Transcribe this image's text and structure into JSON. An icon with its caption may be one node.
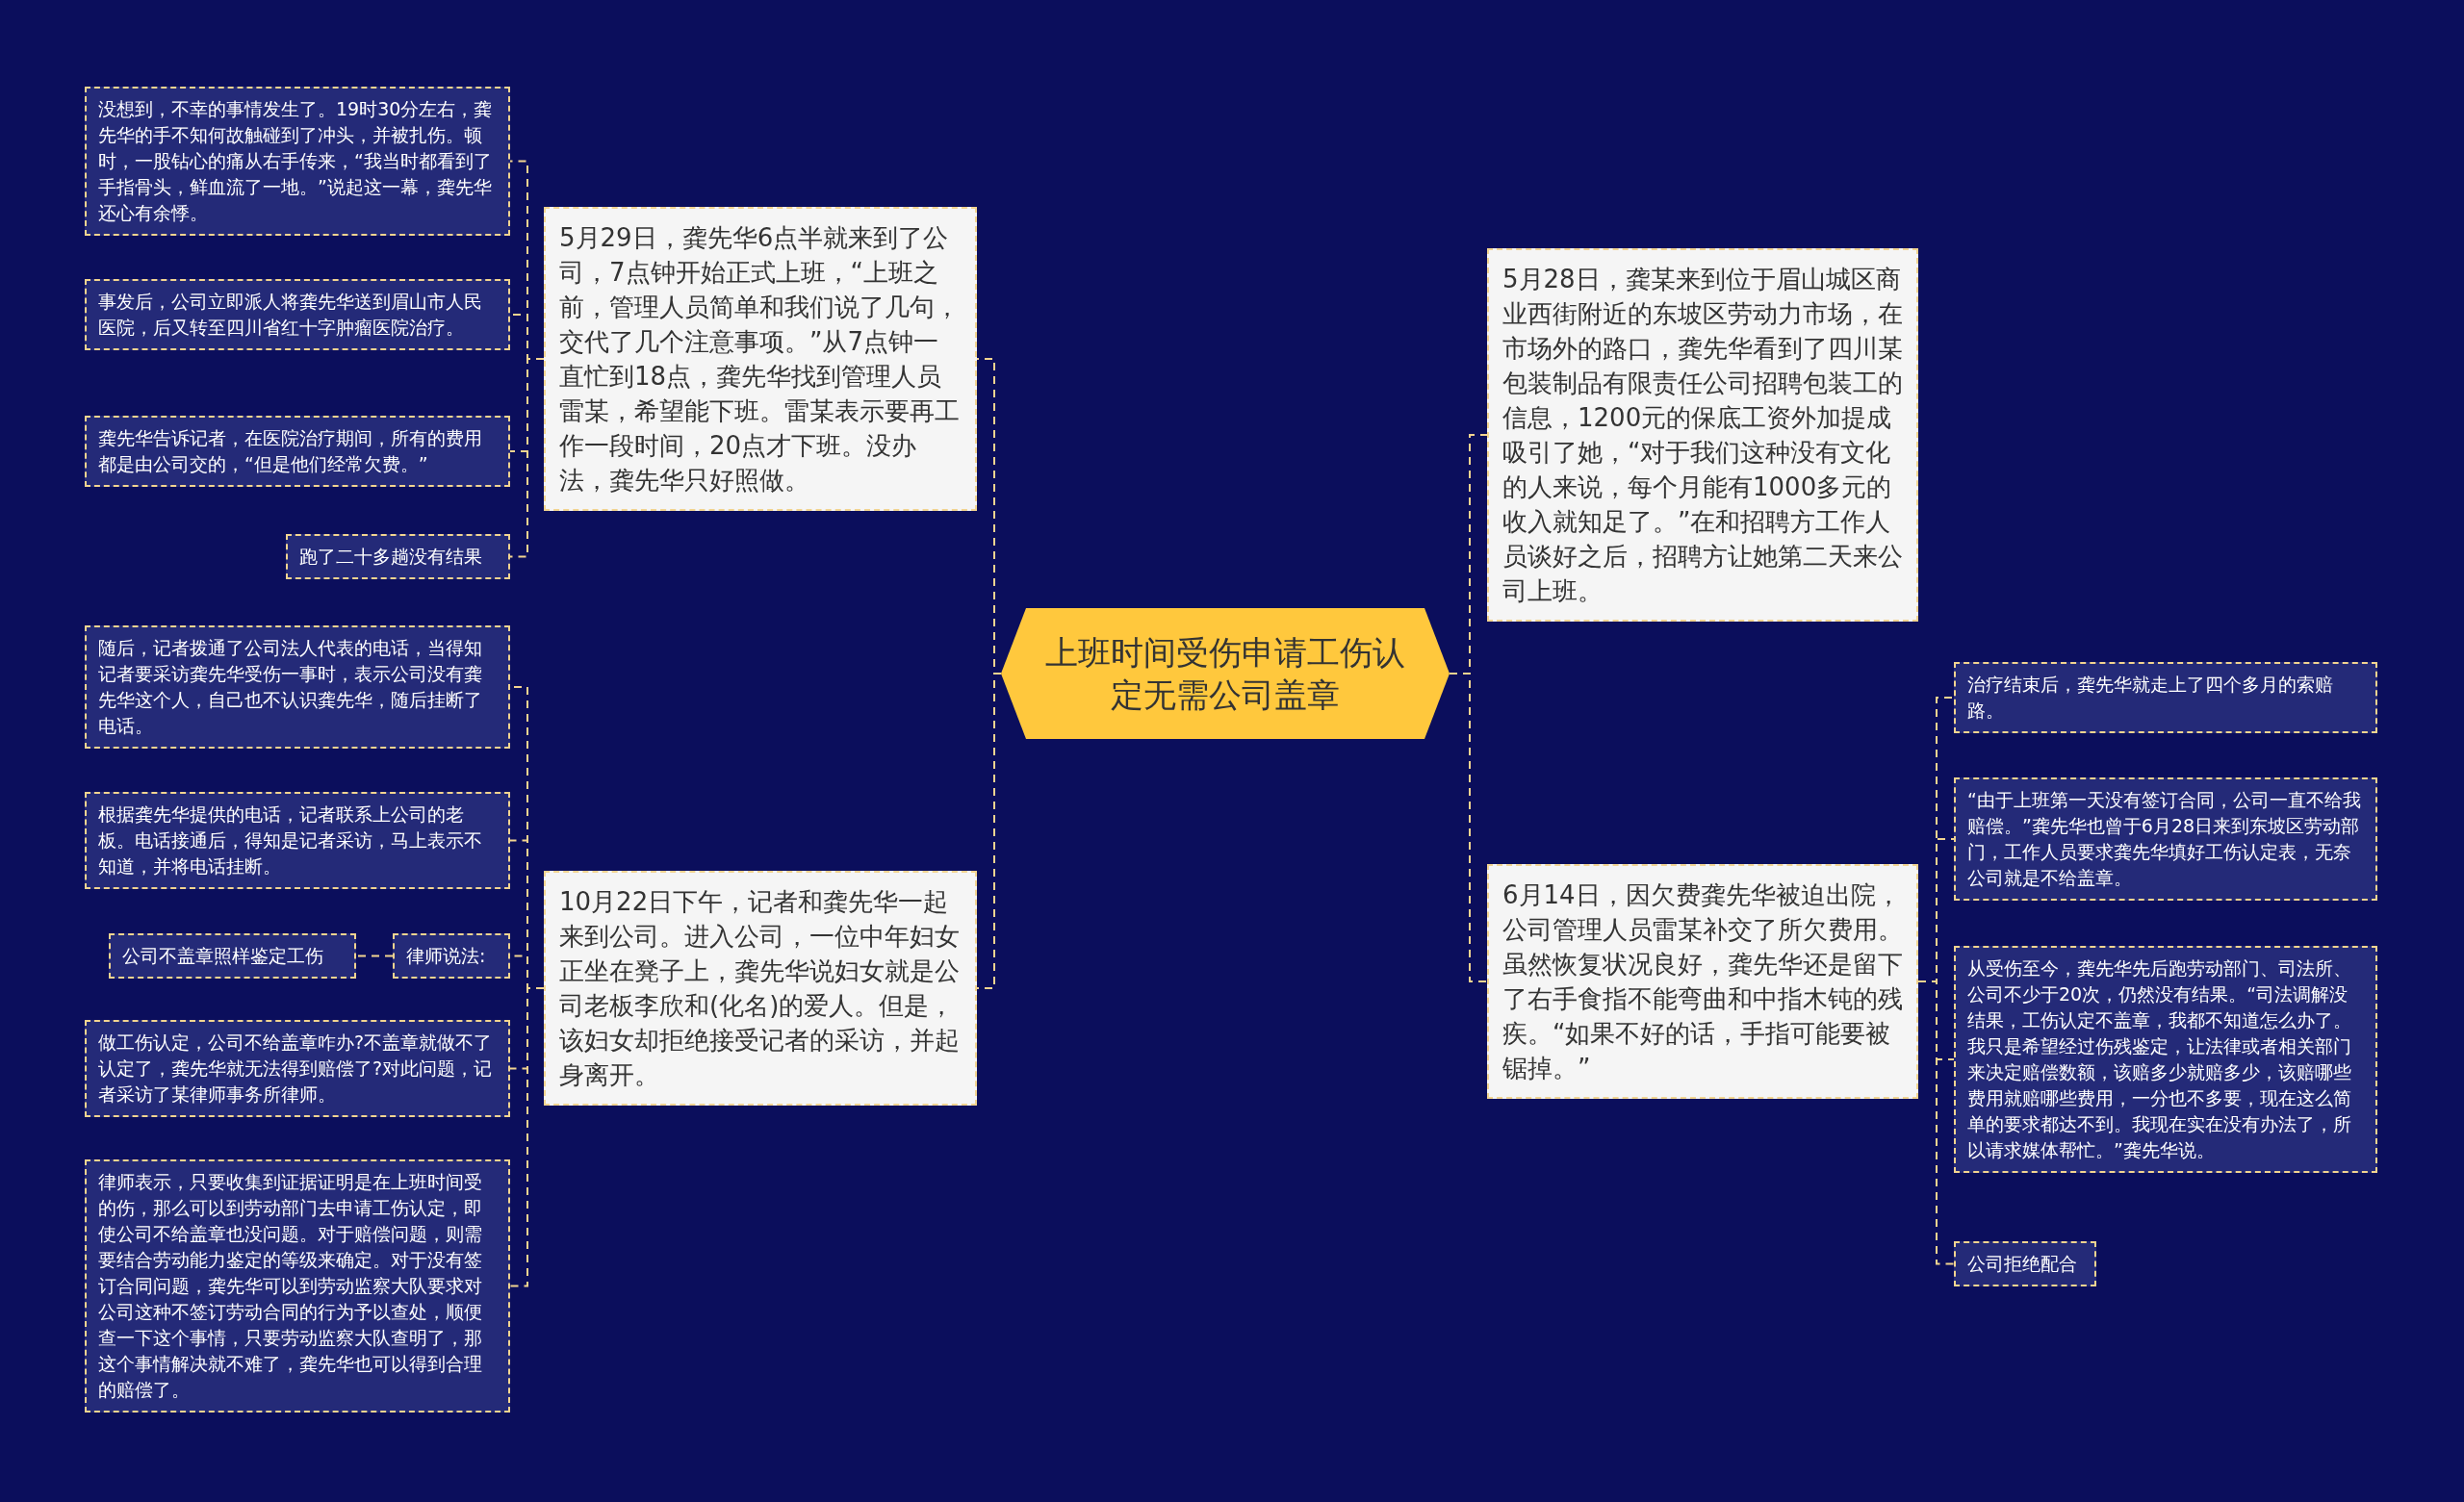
{
  "diagram": {
    "nodes": [
      {
        "text": [
          "上班时间受伤申请工伤认定无需公司盖章"
        ]
      },
      {
        "text": [
          "5月29日，龚先华6点半就来到了公司，7点钟开始正式上班，“上班之前，管理人员简单和我们说了几句，交代了几个注意事项。”从7点钟一直忙到18点，龚先华找到管理人员雷某，希望能下班。雷某表示要再工作一段时间，20点才下班。没办法，龚先华只好照做。"
        ]
      },
      {
        "text": [
          "没想到，不幸的事情发生了。19时30分左右，龚先华的手不知何故触碰到了冲头，并被扎伤。顿时，一股钻心的痛从右手传来，“我当时都看到了手指骨头，鲜血流了一地。”说起这一幕，龚先华还心有余悸。"
        ]
      },
      {
        "text": [
          "事发后，公司立即派人将龚先华送到眉山市人民医院，后又转至四川省红十字肿瘤医院治疗。"
        ]
      },
      {
        "text": [
          "龚先华告诉记者，在医院治疗期间，所有的费用都是由公司交的，“但是他们经常欠费。”"
        ]
      },
      {
        "text": [
          "跑了二十多趟没有结果"
        ]
      },
      {
        "text": [
          "10月22日下午，记者和龚先华一起来到公司。进入公司，一位中年妇女正坐在凳子上，龚先华说妇女就是公司老板李欣和(化名)的爱人。但是，该妇女却拒绝接受记者的采访，并起身离开。"
        ]
      },
      {
        "text": [
          "随后，记者拨通了公司法人代表的电话，当得知记者要采访龚先华受伤一事时，表示公司没有龚先华这个人，自己也不认识龚先华，随后挂断了电话。"
        ]
      },
      {
        "text": [
          "根据龚先华提供的电话，记者联系上公司的老板。电话接通后，得知是记者采访，马上表示不知道，并将电话挂断。"
        ]
      },
      {
        "text": [
          "律师说法:"
        ]
      },
      {
        "text": [
          "公司不盖章照样鉴定工伤"
        ]
      },
      {
        "text": [
          "做工伤认定，公司不给盖章咋办?不盖章就做不了认定了，龚先华就无法得到赔偿了?对此问题，记者采访了某律师事务所律师。"
        ]
      },
      {
        "text": [
          "律师表示，只要收集到证据证明是在上班时间受的伤，那么可以到劳动部门去申请工伤认定，即使公司不给盖章也没问题。对于赔偿问题，则需要结合劳动能力鉴定的等级来确定。对于没有签订合同问题，龚先华可以到劳动监察大队要求对公司这种不签订劳动合同的行为予以查处，顺便查一下这个事情，只要劳动监察大队查明了，那这个事情解决就不难了，龚先华也可以得到合理的赔偿了。"
        ]
      },
      {
        "text": [
          "5月28日，龚某来到位于眉山城区商业西街附近的东坡区劳动力市场，在市场外的路口，龚先华看到了四川某包装制品有限责任公司招聘包装工的信息，1200元的保底工资外加提成吸引了她，“对于我们这种没有文化的人来说，每个月能有1000多元的收入就知足了。”在和招聘方工作人员谈好之后，招聘方让她第二天来公司上班。"
        ]
      },
      {
        "text": [
          "6月14日，因欠费龚先华被迫出院，公司管理人员雷某补交了所欠费用。虽然恢复状况良好，龚先华还是留下了右手食指不能弯曲和中指木钝的残疾。“如果不好的话，手指可能要被锯掉。”"
        ]
      },
      {
        "text": [
          "治疗结束后，龚先华就走上了四个多月的索赔路。"
        ]
      },
      {
        "text": [
          "“由于上班第一天没有签订合同，公司一直不给我赔偿。”龚先华也曾于6月28日来到东坡区劳动部门，工作人员要求龚先华填好工伤认定表，无奈公司就是不给盖章。"
        ]
      },
      {
        "text": [
          "从受伤至今，龚先华先后跑劳动部门、司法所、公司不少于20次，仍然没有结果。“司法调解没结果，工伤认定不盖章，我都不知道怎么办了。我只是希望经过伤残鉴定，让法律或者相关部门来决定赔偿数额，该赔多少就赔多少，该赔哪些费用就赔哪些费用，一分也不多要，现在这么简单的要求都达不到。我现在实在没有办法了，所以请求媒体帮忙。”龚先华说。"
        ]
      },
      {
        "text": [
          "公司拒绝配合"
        ]
      }
    ],
    "edges": [
      {
        "from": 0,
        "to": 1,
        "arrow": "none"
      },
      {
        "from": 1,
        "to": 2,
        "arrow": "none"
      },
      {
        "from": 1,
        "to": 3,
        "arrow": "none"
      },
      {
        "from": 1,
        "to": 4,
        "arrow": "none"
      },
      {
        "from": 1,
        "to": 5,
        "arrow": "none"
      },
      {
        "from": 0,
        "to": 6,
        "arrow": "none"
      },
      {
        "from": 6,
        "to": 7,
        "arrow": "none"
      },
      {
        "from": 6,
        "to": 8,
        "arrow": "none"
      },
      {
        "from": 6,
        "to": 9,
        "arrow": "none"
      },
      {
        "from": 9,
        "to": 10,
        "arrow": "none"
      },
      {
        "from": 6,
        "to": 11,
        "arrow": "none"
      },
      {
        "from": 6,
        "to": 12,
        "arrow": "none"
      },
      {
        "from": 0,
        "to": 13,
        "arrow": "none"
      },
      {
        "from": 0,
        "to": 14,
        "arrow": "none"
      },
      {
        "from": 14,
        "to": 15,
        "arrow": "none"
      },
      {
        "from": 14,
        "to": 16,
        "arrow": "none"
      },
      {
        "from": 14,
        "to": 17,
        "arrow": "none"
      },
      {
        "from": 14,
        "to": 18,
        "arrow": "none"
      }
    ]
  }
}
